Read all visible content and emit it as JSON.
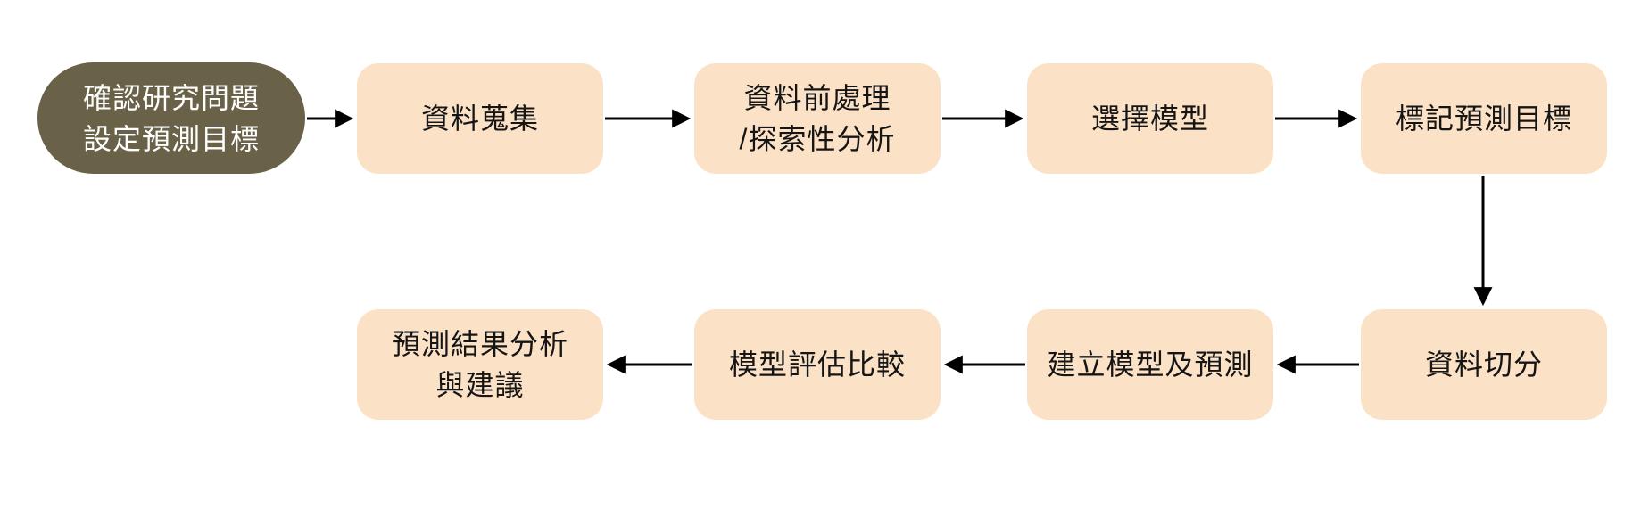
{
  "page": {
    "background_color": "#FFFFFF"
  },
  "flowchart": {
    "type": "process-flow",
    "layout": "two rows: top row flows left-to-right, vertical drop at right end, bottom row flows right-to-left",
    "colors": {
      "start_node_bg": "#6A6149",
      "start_node_text": "#FFFFFF",
      "step_bg": "#FBE2C7",
      "step_text": "#151515",
      "arrow": "#000000"
    },
    "nodes": [
      {
        "id": "start",
        "shape": "pill",
        "label": "確認研究問題\n設定預測目標"
      },
      {
        "id": "data-collection",
        "shape": "rounded-rect",
        "label": "資料蒐集"
      },
      {
        "id": "preprocessing",
        "shape": "rounded-rect",
        "label": "資料前處理\n/探索性分析"
      },
      {
        "id": "model-selection",
        "shape": "rounded-rect",
        "label": "選擇模型"
      },
      {
        "id": "label-target",
        "shape": "rounded-rect",
        "label": "標記預測目標"
      },
      {
        "id": "data-split",
        "shape": "rounded-rect",
        "label": "資料切分"
      },
      {
        "id": "build-predict",
        "shape": "rounded-rect",
        "label": "建立模型及預測"
      },
      {
        "id": "model-evaluation",
        "shape": "rounded-rect",
        "label": "模型評估比較"
      },
      {
        "id": "result-analysis",
        "shape": "rounded-rect",
        "label": "預測結果分析\n與建議"
      }
    ],
    "edges": [
      {
        "from": "start",
        "to": "data-collection",
        "direction": "right"
      },
      {
        "from": "data-collection",
        "to": "preprocessing",
        "direction": "right"
      },
      {
        "from": "preprocessing",
        "to": "model-selection",
        "direction": "right"
      },
      {
        "from": "model-selection",
        "to": "label-target",
        "direction": "right"
      },
      {
        "from": "label-target",
        "to": "data-split",
        "direction": "down"
      },
      {
        "from": "data-split",
        "to": "build-predict",
        "direction": "left"
      },
      {
        "from": "build-predict",
        "to": "model-evaluation",
        "direction": "left"
      },
      {
        "from": "model-evaluation",
        "to": "result-analysis",
        "direction": "left"
      }
    ]
  }
}
